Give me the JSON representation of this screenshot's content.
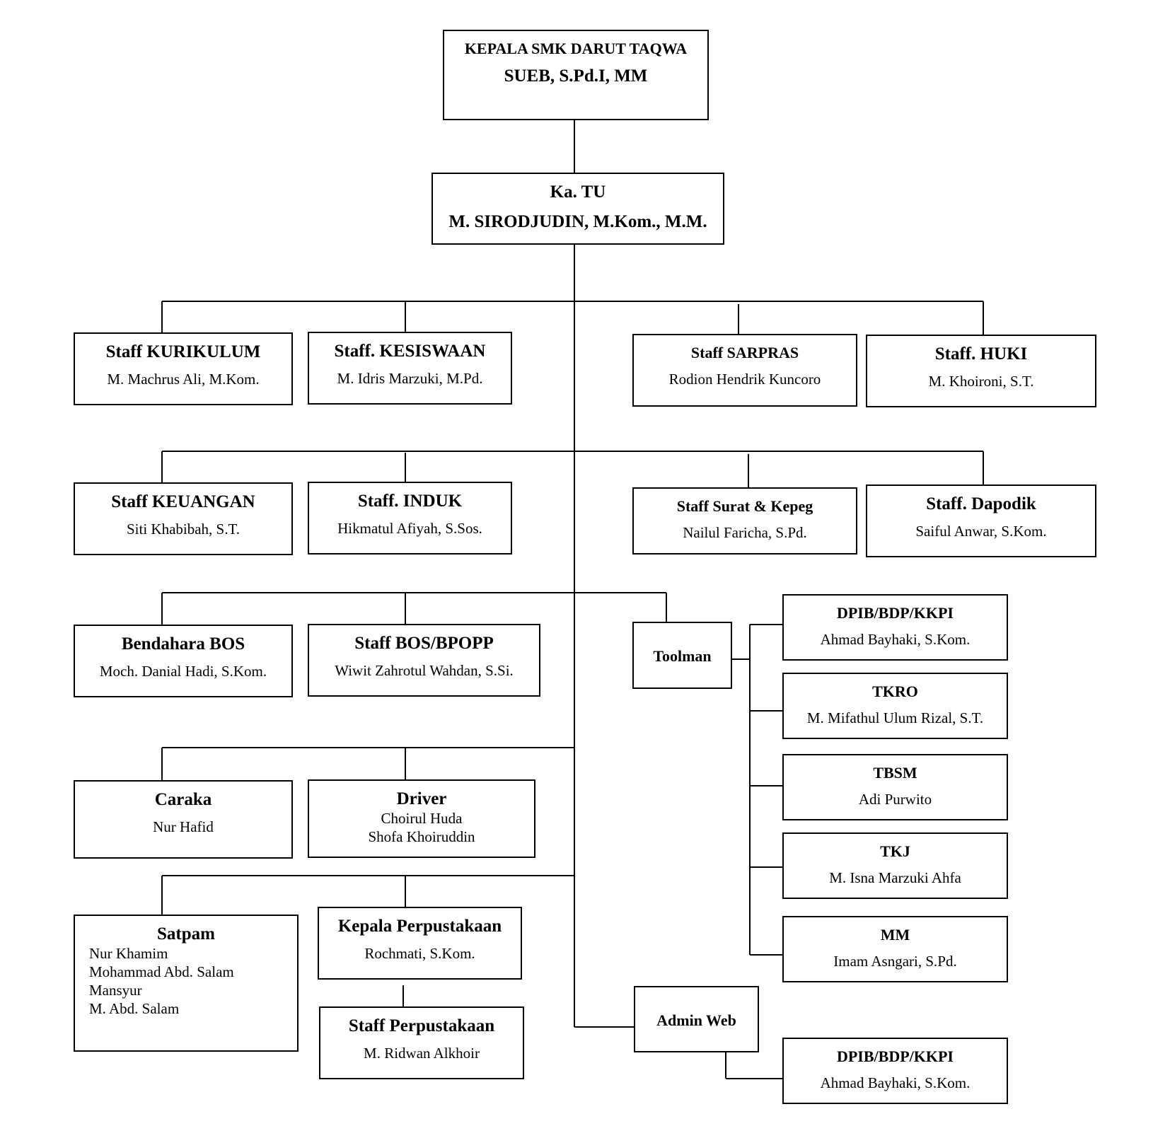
{
  "head": {
    "title": "KEPALA SMK DARUT TAQWA",
    "name": "SUEB, S.Pd.I, MM"
  },
  "katu": {
    "title": "Ka. TU",
    "name": "M. SIRODJUDIN, M.Kom., M.M."
  },
  "kurikulum": {
    "title": "Staff KURIKULUM",
    "name": "M. Machrus Ali, M.Kom."
  },
  "kesiswaan": {
    "title": "Staff. KESISWAAN",
    "name": "M. Idris Marzuki, M.Pd."
  },
  "sarpras": {
    "title": "Staff SARPRAS",
    "name": "Rodion Hendrik Kuncoro"
  },
  "huki": {
    "title": "Staff. HUKI",
    "name": "M. Khoironi, S.T."
  },
  "keuangan": {
    "title": "Staff KEUANGAN",
    "name": "Siti Khabibah, S.T."
  },
  "induk": {
    "title": "Staff. INDUK",
    "name": "Hikmatul Afiyah, S.Sos."
  },
  "surat": {
    "title": "Staff Surat & Kepeg",
    "name": "Nailul Faricha, S.Pd."
  },
  "dapodik": {
    "title": "Staff. Dapodik",
    "name": "Saiful Anwar, S.Kom."
  },
  "bendahara": {
    "title": "Bendahara BOS",
    "name": "Moch. Danial Hadi, S.Kom."
  },
  "bos": {
    "title": "Staff BOS/BPOPP",
    "name": "Wiwit Zahrotul Wahdan, S.Si."
  },
  "toolman": {
    "title": "Toolman"
  },
  "dpib1": {
    "title": "DPIB/BDP/KKPI",
    "name": "Ahmad Bayhaki, S.Kom."
  },
  "tkro": {
    "title": "TKRO",
    "name": "M. Mifathul Ulum Rizal, S.T."
  },
  "tbsm": {
    "title": "TBSM",
    "name": "Adi Purwito"
  },
  "tkj": {
    "title": "TKJ",
    "name": "M. Isna Marzuki Ahfa"
  },
  "mm": {
    "title": "MM",
    "name": "Imam Asngari, S.Pd."
  },
  "caraka": {
    "title": "Caraka",
    "name": "Nur Hafid"
  },
  "driver": {
    "title": "Driver",
    "names": [
      "Choirul Huda",
      "Shofa Khoiruddin"
    ]
  },
  "satpam": {
    "title": "Satpam",
    "names": [
      "Nur Khamim",
      "Mohammad Abd. Salam",
      "Mansyur",
      "M. Abd. Salam"
    ]
  },
  "perpus": {
    "title": "Kepala Perpustakaan",
    "name": "Rochmati, S.Kom."
  },
  "staffperpus": {
    "title": "Staff Perpustakaan",
    "name": "M. Ridwan Alkhoir"
  },
  "adminweb": {
    "title": "Admin Web"
  },
  "dpib2": {
    "title": "DPIB/BDP/KKPI",
    "name": "Ahmad Bayhaki, S.Kom."
  }
}
